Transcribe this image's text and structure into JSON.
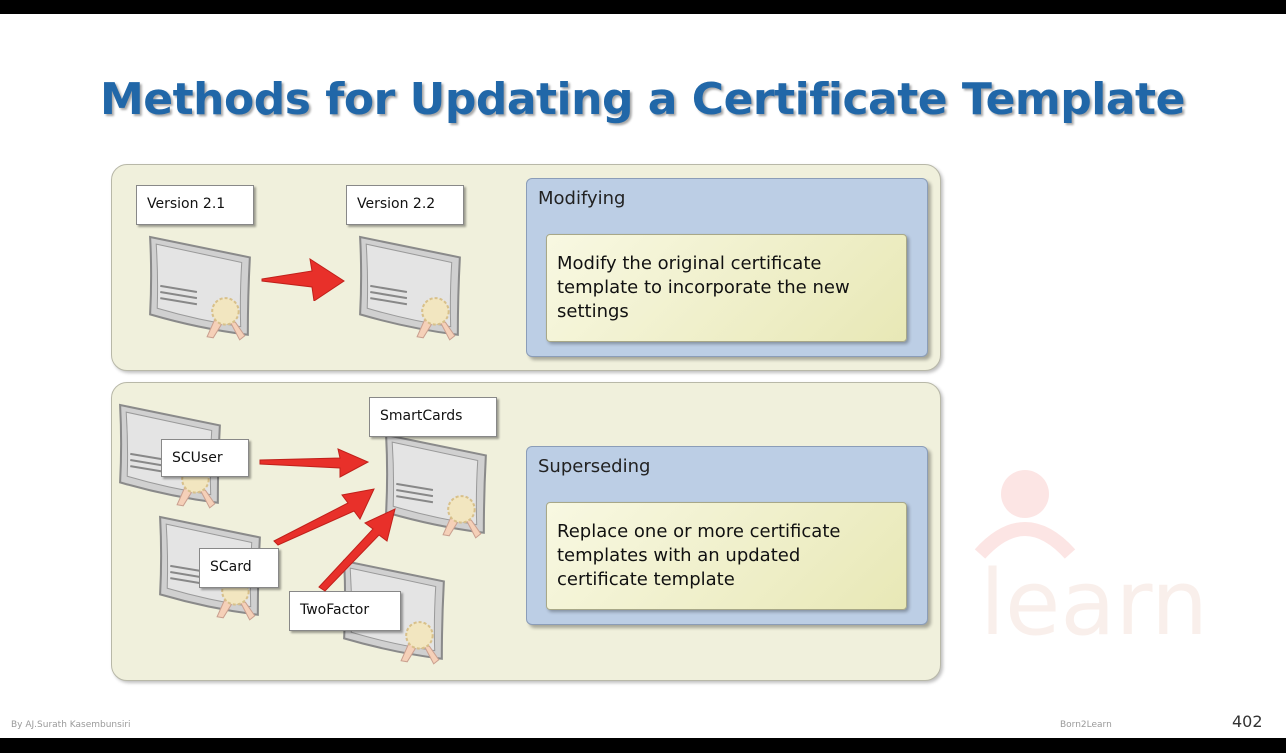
{
  "slide": {
    "title": "Methods for Updating a Certificate Template",
    "footer_author": "By AJ.Surath Kasembunsiri",
    "footer_brand": "Born2Learn",
    "page_number": "402",
    "watermark_text": "learn"
  },
  "modifying": {
    "heading": "Modifying",
    "description": "Modify the original certificate template to incorporate the new settings",
    "version_old": "Version 2.1",
    "version_new": "Version 2.2"
  },
  "superseding": {
    "heading": "Superseding",
    "description": "Replace one or more certificate templates with an updated certificate template",
    "target_template": "SmartCards",
    "source_templates": [
      "SCUser",
      "SCard",
      "TwoFactor"
    ]
  },
  "colors": {
    "title": "#2167a8",
    "panel": "#f0f0dc",
    "blue_box": "#bccee5",
    "arrow": "#e8302a"
  },
  "icons": {
    "certificate": "certificate-icon",
    "arrow": "arrow-right-icon"
  }
}
